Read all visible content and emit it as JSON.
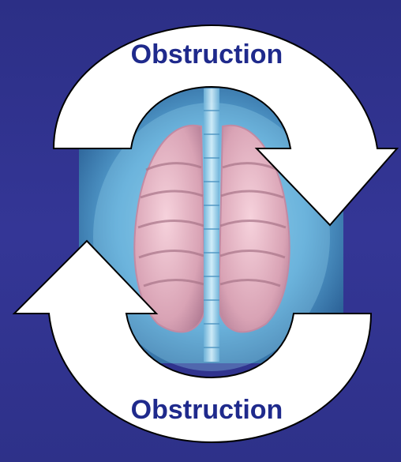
{
  "diagram": {
    "top_label": "Obstruction",
    "bottom_label": "Obstruction",
    "center_image": "lungs-illustration",
    "colors": {
      "background": "#2e3189",
      "arrow_fill": "#ffffff",
      "arrow_stroke": "#000000",
      "label": "#1f2a8c"
    }
  }
}
